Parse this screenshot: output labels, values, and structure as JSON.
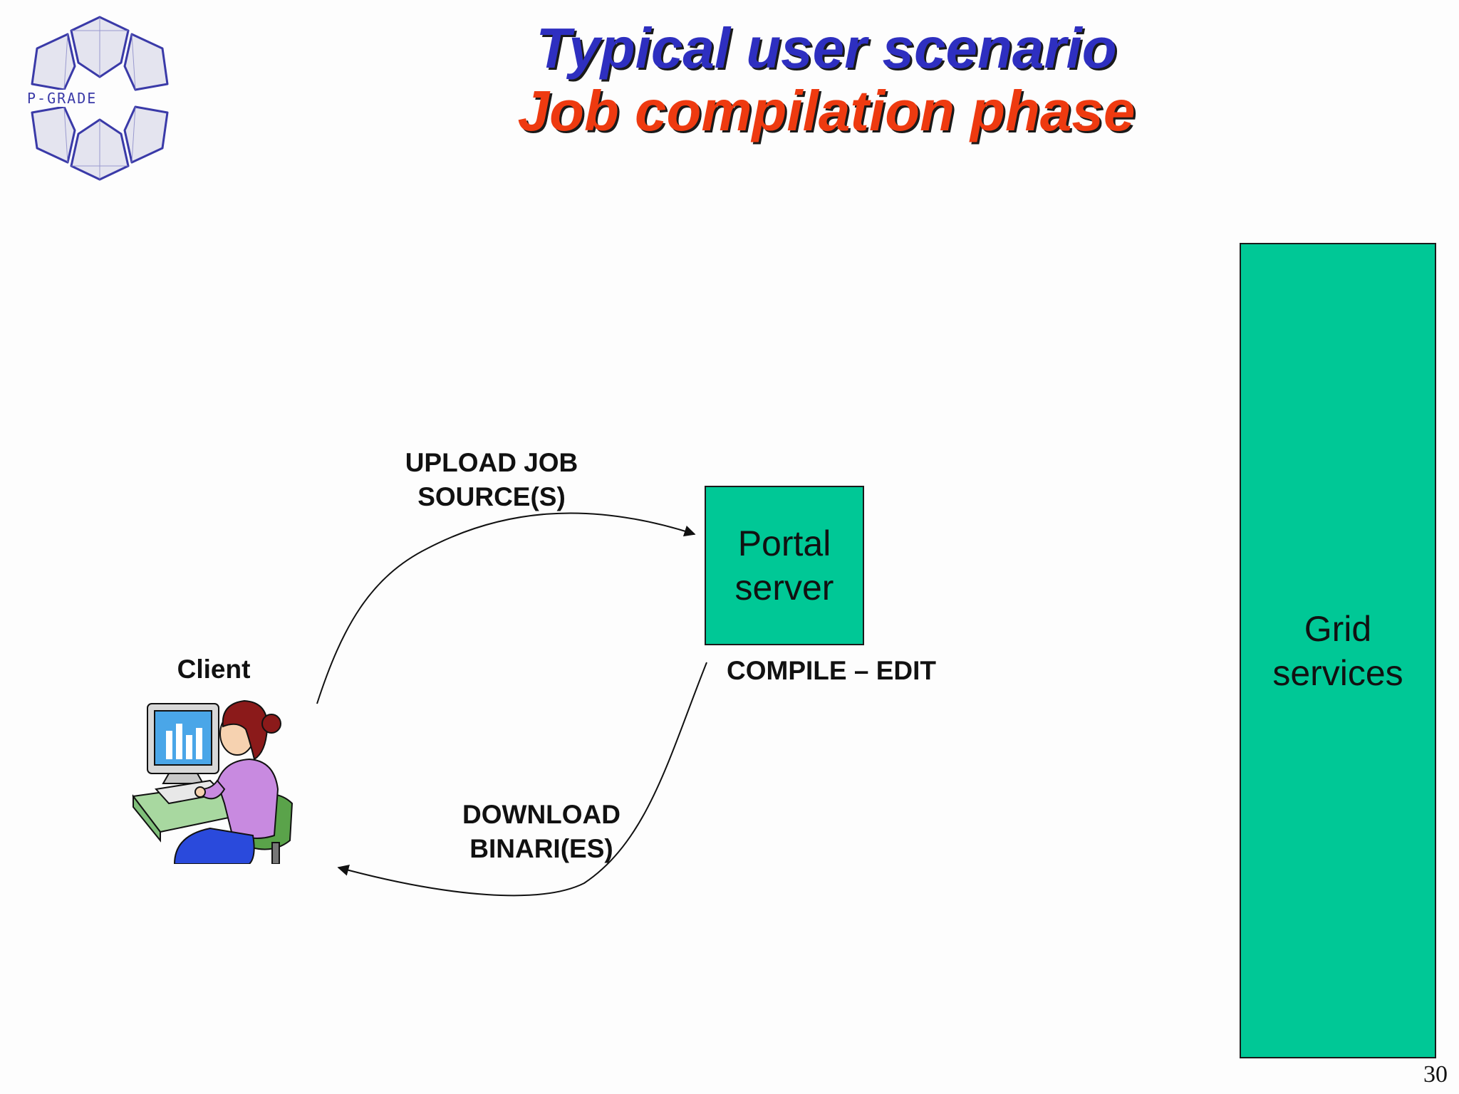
{
  "logo": {
    "text": "P-GRADE",
    "icon": "p-grade-logo-icon",
    "color": "#3a3aa8"
  },
  "title": {
    "line1": "Typical user scenario",
    "line2": "Job compilation phase",
    "line1_color": "#2e2fc0",
    "line2_color": "#ee3a10"
  },
  "nodes": {
    "client": {
      "label": "Client",
      "icon": "user-at-computer-icon"
    },
    "portal": {
      "label": "Portal server"
    },
    "grid": {
      "label": "Grid services"
    }
  },
  "edges": {
    "upload": {
      "label": "UPLOAD JOB\nSOURCE(S)"
    },
    "download": {
      "label": "DOWNLOAD\nBINARI(ES)"
    }
  },
  "annotations": {
    "compile": "COMPILE – EDIT"
  },
  "box_color": "#00c896",
  "page_number": "30"
}
